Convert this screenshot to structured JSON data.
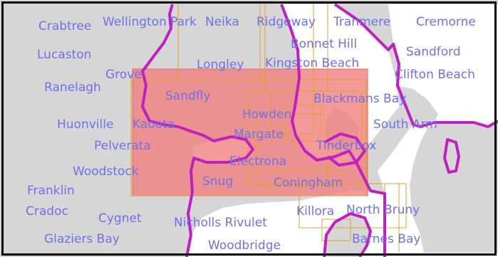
{
  "map": {
    "colors": {
      "land": "#d6d6d6",
      "water": "#ffffff",
      "coastline": "#c020c0",
      "grid_line": "#e8a020",
      "highlight_fill": "#f08080",
      "highlight_outline": "#e06666",
      "label": "#7070e8",
      "border": "#000000"
    },
    "places": [
      "Crabtree",
      "Wellington Park",
      "Neika",
      "Ridgeway",
      "Tranmere",
      "Cremorne",
      "Bonnet Hill",
      "Lucaston",
      "Sandford",
      "Longley",
      "Kingston Beach",
      "Grove",
      "Clifton Beach",
      "Ranelagh",
      "Sandfly",
      "Blackmans Bay",
      "Howden",
      "Huonville",
      "Kaoota",
      "South Arm",
      "Margate",
      "Pelverata",
      "Tinderbox",
      "Electrona",
      "Woodstock",
      "Snug",
      "Coningham",
      "Franklin",
      "Cradoc",
      "Killora",
      "North Bruny",
      "Cygnet",
      "Nicholls Rivulet",
      "Glaziers Bay",
      "Barnes Bay",
      "Woodbridge"
    ]
  }
}
